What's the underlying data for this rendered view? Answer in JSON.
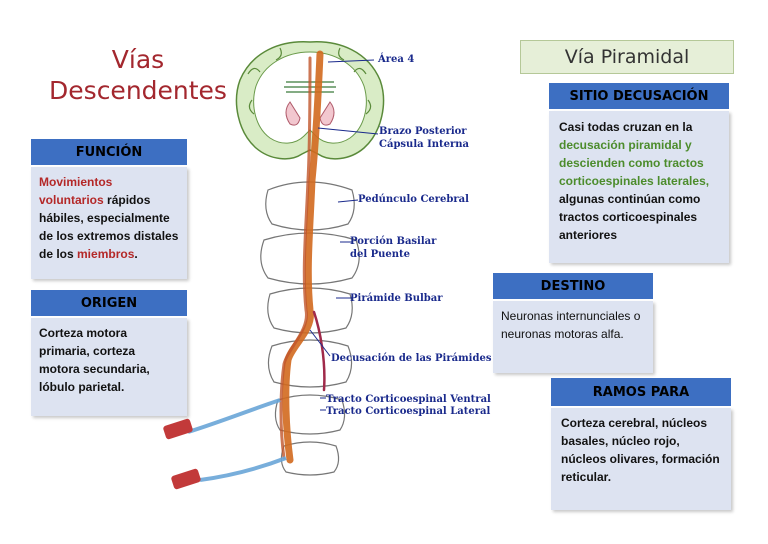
{
  "title": {
    "line1": "Vías",
    "line2": "Descendentes"
  },
  "funcion": {
    "header": "FUNCIÓN",
    "text_red": "Movimientos voluntarios",
    "text_1": " rápidos hábiles, especialmente de los extremos distales de los ",
    "text_red2": "miembros",
    "text_end": "."
  },
  "origen": {
    "header": "ORIGEN",
    "text": "Corteza motora primaria, corteza motora secundaria, lóbulo parietal."
  },
  "via": {
    "label": "Vía Piramidal"
  },
  "sitio": {
    "header": "SITIO DECUSACIÓN",
    "text_1": "Casi todas cruzan en la ",
    "text_green": "decusación piramidal y descienden como tractos corticoespinales laterales,",
    "text_2": " algunas continúan como tractos corticoespinales anteriores"
  },
  "destino": {
    "header": "DESTINO",
    "text": "Neuronas internunciales o neuronas motoras alfa."
  },
  "ramos": {
    "header": "RAMOS PARA",
    "text": "Corteza cerebral, núcleos basales, núcleo rojo, núcleos olivares, formación reticular."
  },
  "diagram_labels": {
    "area4": "Área 4",
    "brazo": "Brazo Posterior",
    "capsula": "Cápsula Interna",
    "pedunculo": "Pedúnculo Cerebral",
    "porcion1": "Porción Basilar",
    "porcion2": "del Puente",
    "piramide": "Pirámide Bulbar",
    "decusacion": "Decusación de las Pirámides",
    "ventral": "Tracto Corticoespinal Ventral",
    "lateral": "Tracto Corticoespinal Lateral"
  },
  "colors": {
    "title": "#a3272e",
    "header": "#3d6fc2",
    "box": "#dde3f1",
    "tract": "#d2691e",
    "label": "#1a2a8c"
  }
}
